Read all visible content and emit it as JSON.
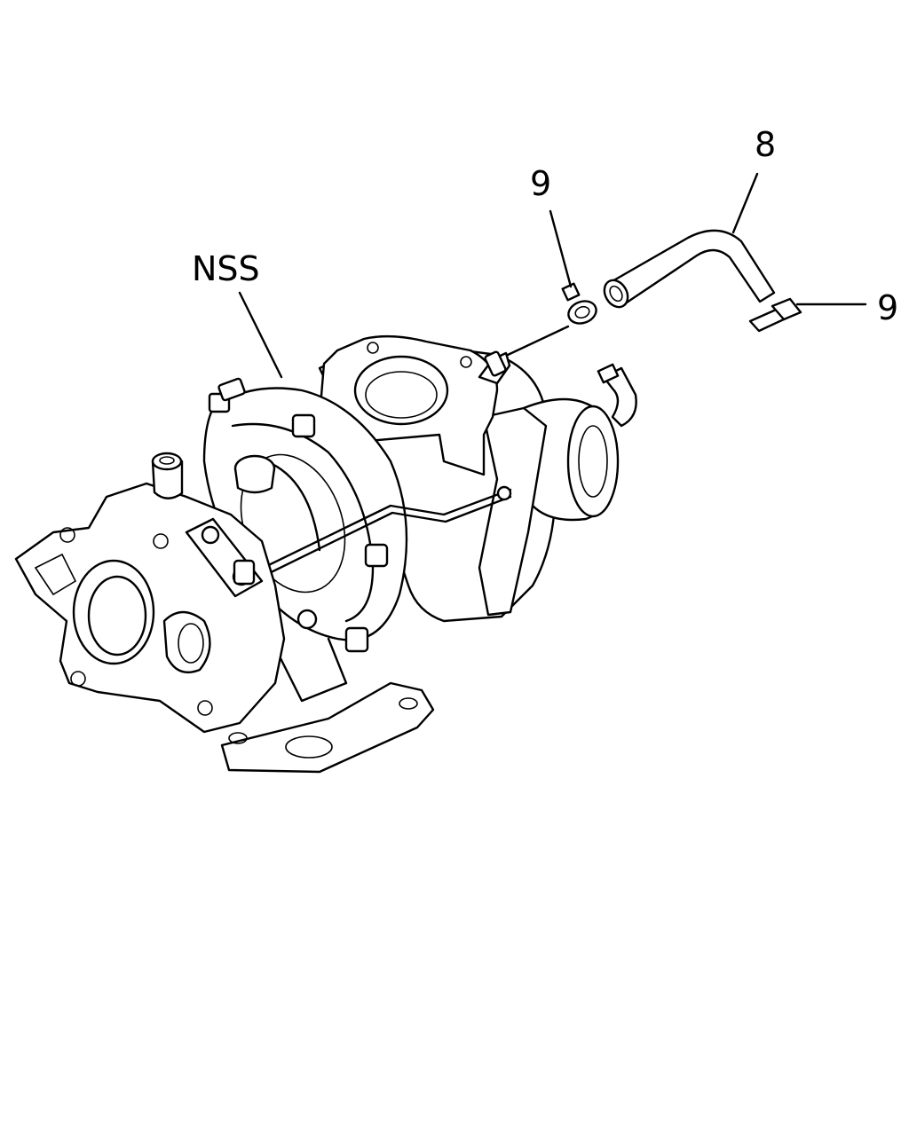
{
  "diagram": {
    "callouts": [
      {
        "id": "nss",
        "label": "NSS"
      },
      {
        "id": "hose",
        "label": "8"
      },
      {
        "id": "clip-left",
        "label": "9"
      },
      {
        "id": "clip-right",
        "label": "9"
      }
    ],
    "colors": {
      "line": "#000000",
      "background": "#ffffff"
    }
  }
}
